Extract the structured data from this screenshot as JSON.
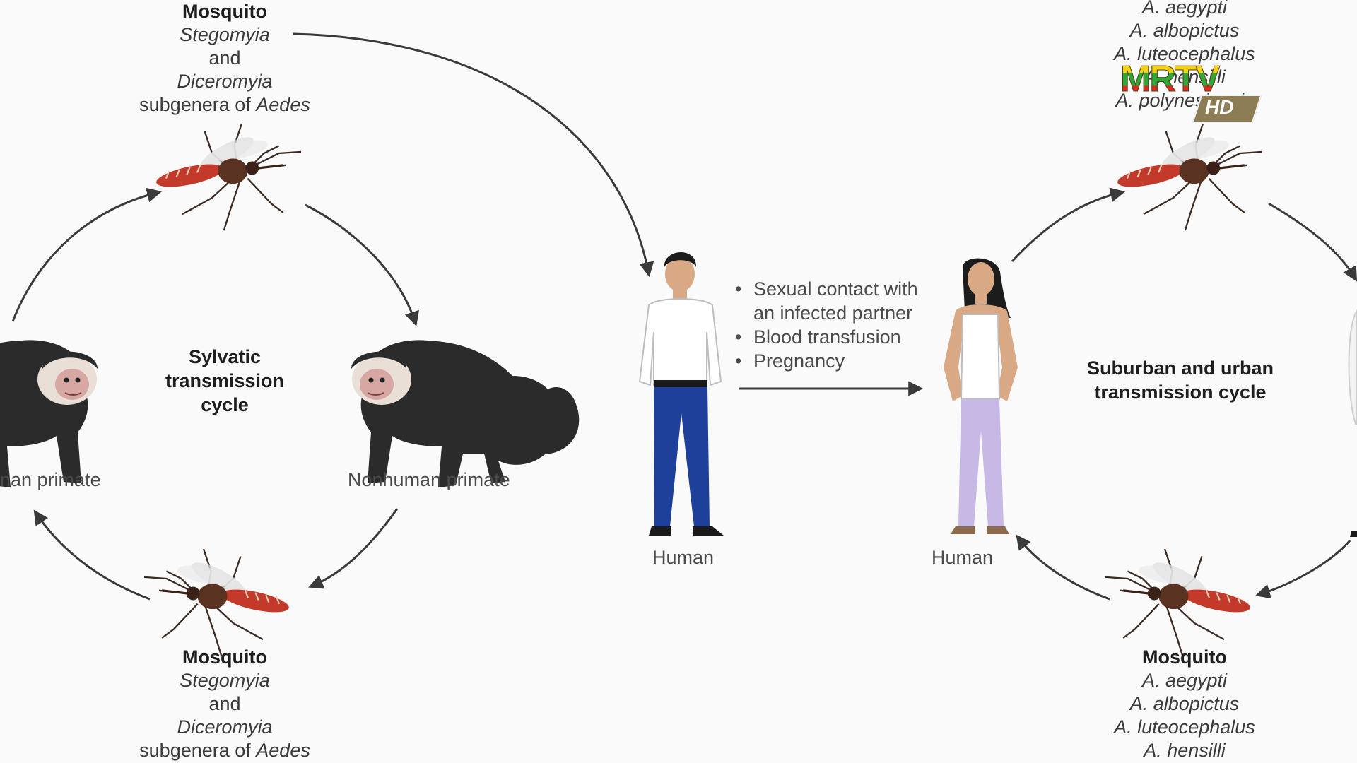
{
  "left_cycle": {
    "name_lines": [
      "Sylvatic",
      "transmission",
      "cycle"
    ],
    "top_mosquito": {
      "title": "Mosquito",
      "line1": "Stegomyia",
      "line2": "and",
      "line3": "Diceromyia",
      "line4_prefix": "subgenera of ",
      "line4_italic": "Aedes"
    },
    "bottom_mosquito": {
      "title": "Mosquito",
      "line1": "Stegomyia",
      "line2": "and",
      "line3": "Diceromyia",
      "line4_prefix": "subgenera of ",
      "line4_italic": "Aedes"
    },
    "left_primate_label": "nan primate",
    "right_primate_label": "Nonhuman primate"
  },
  "center": {
    "human_male_label": "Human",
    "human_female_label": "Human",
    "routes": [
      "Sexual contact with",
      "an infected partner",
      "Blood transfusion",
      "Pregnancy"
    ]
  },
  "right_cycle": {
    "name_lines": [
      "Suburban and urban",
      "transmission cycle"
    ],
    "top_species": [
      "A. aegypti",
      "A. albopictus",
      "A. luteocephalus",
      "A. hensilli",
      "A. polynesiensis"
    ],
    "bottom_mosquito": {
      "title": "Mosquito",
      "species": [
        "A. aegypti",
        "A. albopictus",
        "A. luteocephalus",
        "A. hensilli"
      ]
    }
  },
  "watermark": {
    "text": "MRTV",
    "badge": "HD"
  },
  "colors": {
    "background": "#fafafa",
    "arrow": "#3a3a3a",
    "monkey": "#2b2b2b",
    "mosquito_body": "#5a3222",
    "mosquito_abdomen": "#c43a2a",
    "shirt": "#ffffff",
    "jeans": "#1e3f9a",
    "female_pants": "#c8b8e6",
    "skin": "#d9a884"
  }
}
